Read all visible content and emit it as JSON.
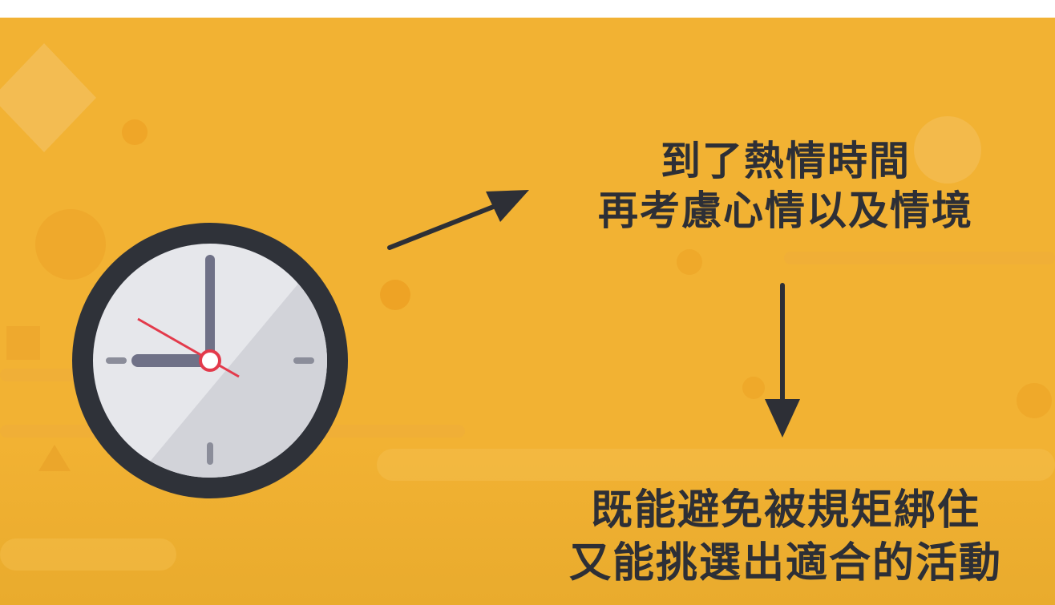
{
  "slide": {
    "text_top": {
      "line1": "到了熱情時間",
      "line2": "再考慮心情以及情境"
    },
    "text_bottom": {
      "line1": "既能避免被規矩綁住",
      "line2": "又能挑選出適合的活動"
    }
  },
  "colors": {
    "background": "#f2b233",
    "text": "#2d2f36",
    "clock_rim": "#2f3239",
    "clock_face": "#e3e4e8",
    "clock_hands": "#6f7187",
    "second_hand": "#e33a4b"
  },
  "icons": [
    "clock-icon",
    "arrow-diagonal-icon",
    "arrow-down-icon"
  ]
}
